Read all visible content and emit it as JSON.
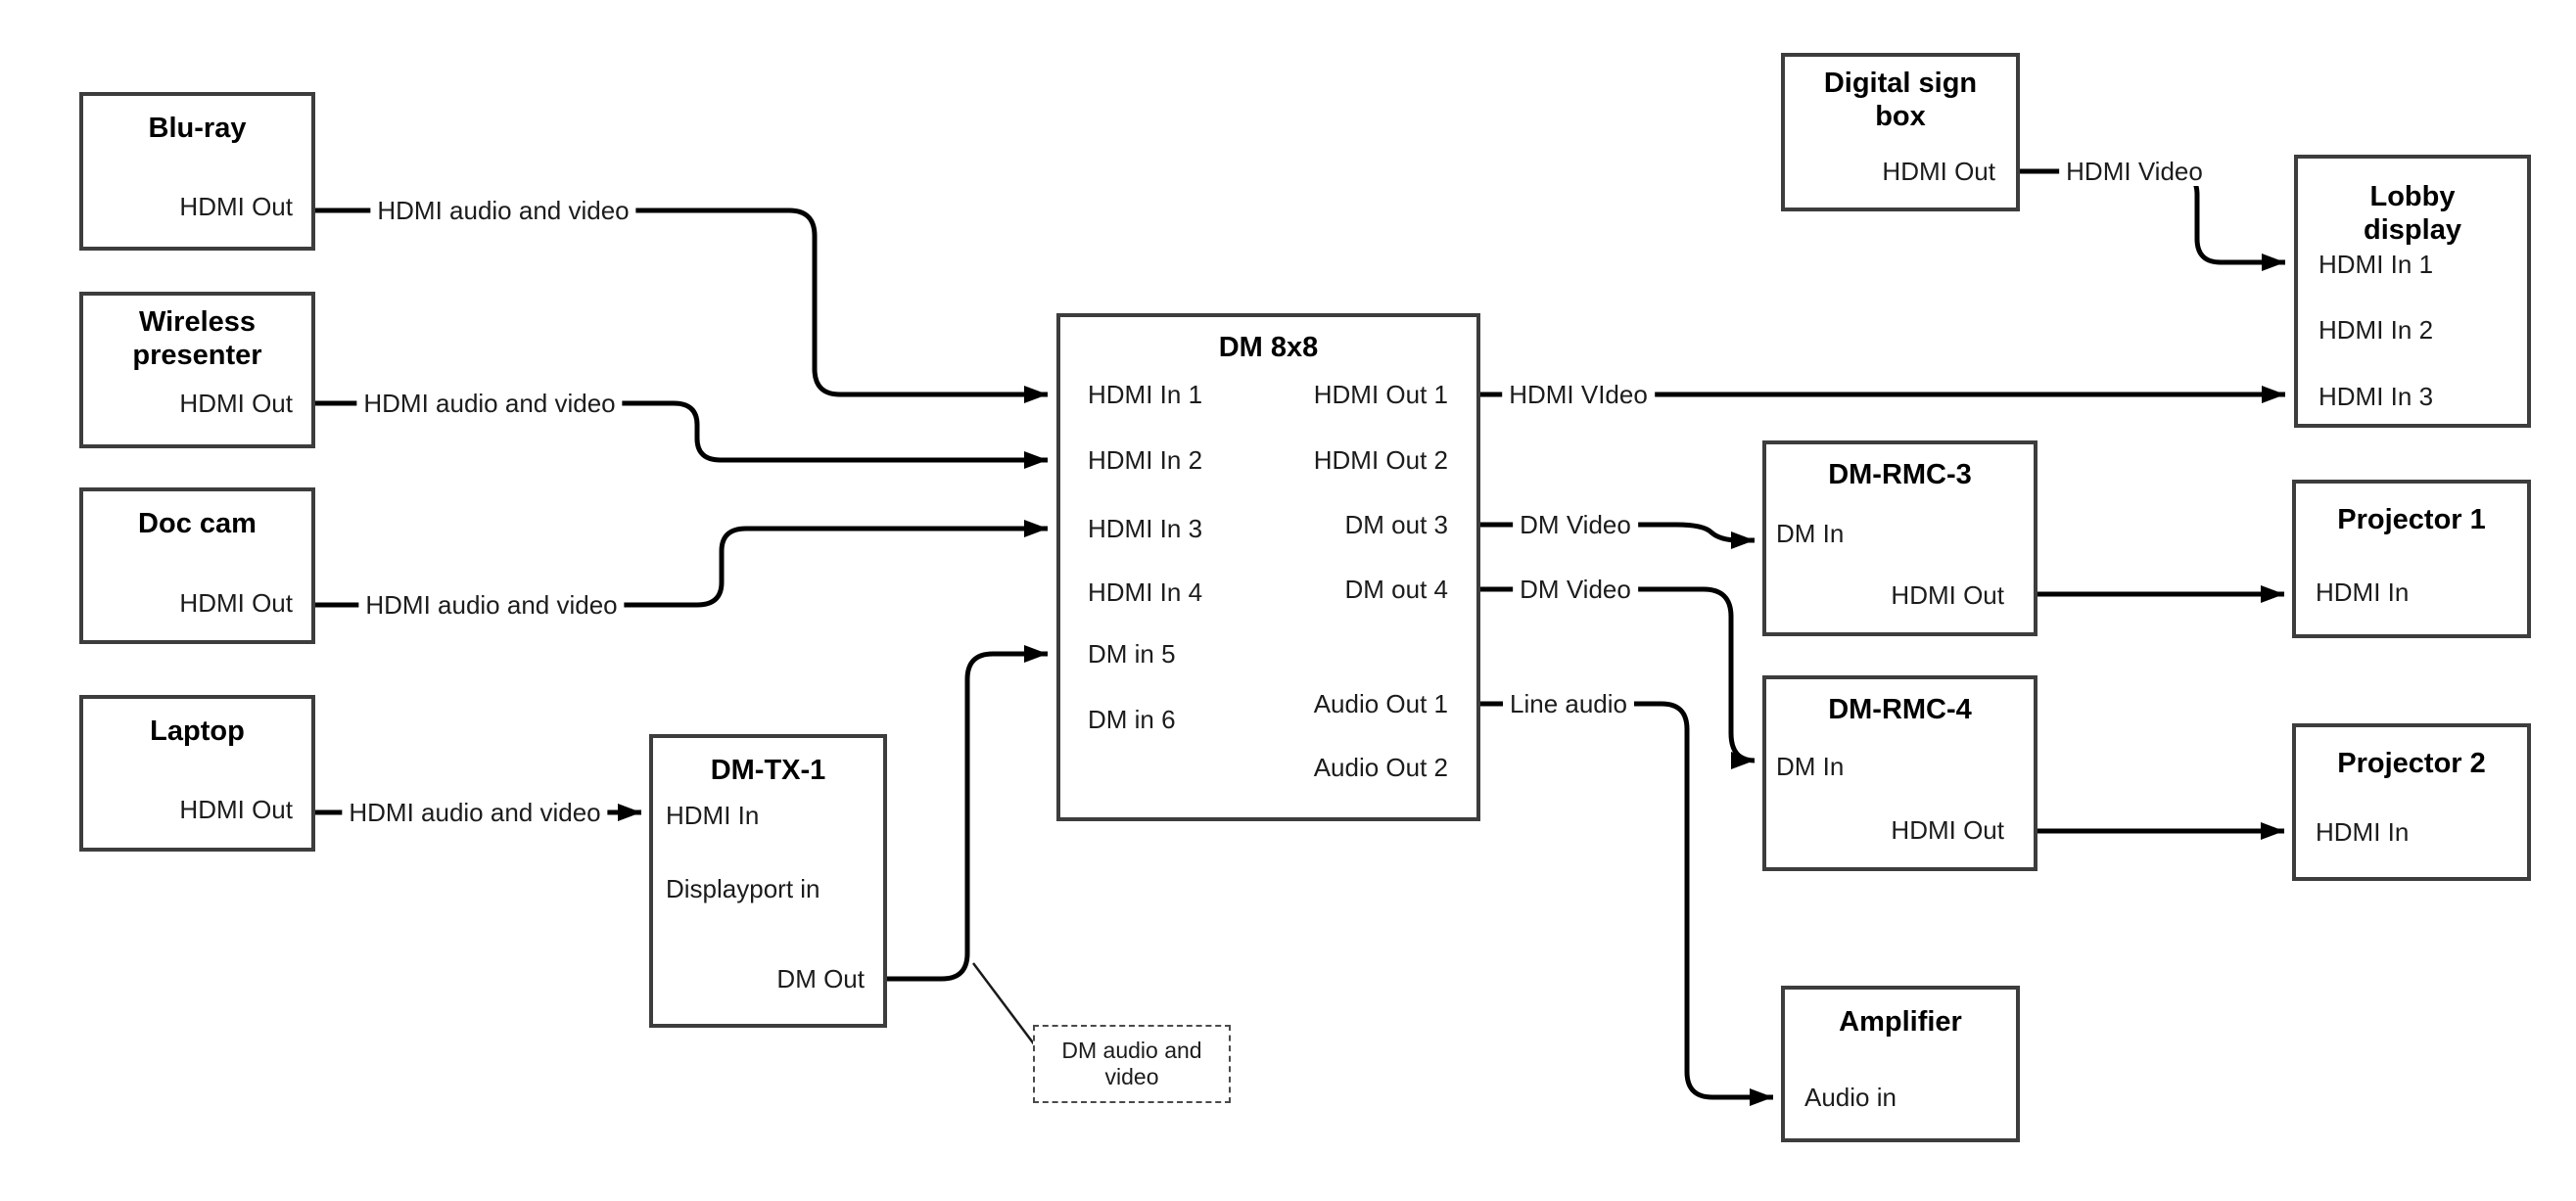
{
  "diagram": {
    "colors": {
      "wire": "#000000",
      "box_border": "#3d3d3d",
      "text": "#1c1c1c"
    },
    "nodes": {
      "bluray": {
        "title": "Blu-ray",
        "ports": {
          "hdmi_out": "HDMI Out"
        }
      },
      "wireless": {
        "title": "Wireless presenter",
        "ports": {
          "hdmi_out": "HDMI Out"
        }
      },
      "doc_cam": {
        "title": "Doc cam",
        "ports": {
          "hdmi_out": "HDMI Out"
        }
      },
      "laptop": {
        "title": "Laptop",
        "ports": {
          "hdmi_out": "HDMI Out"
        }
      },
      "dm_tx1": {
        "title": "DM-TX-1",
        "ports": {
          "hdmi_in": "HDMI In",
          "displayport_in": "Displayport in",
          "dm_out": "DM Out"
        }
      },
      "dm_8x8": {
        "title": "DM 8x8",
        "ports": {
          "hdmi_in_1": "HDMI In 1",
          "hdmi_in_2": "HDMI In 2",
          "hdmi_in_3": "HDMI In 3",
          "hdmi_in_4": "HDMI In 4",
          "dm_in_5": "DM in 5",
          "dm_in_6": "DM in 6",
          "hdmi_out_1": "HDMI Out 1",
          "hdmi_out_2": "HDMI Out 2",
          "dm_out_3": "DM out 3",
          "dm_out_4": "DM out 4",
          "audio_out_1": "Audio Out 1",
          "audio_out_2": "Audio Out 2"
        }
      },
      "digital_sign": {
        "title": "Digital sign box",
        "ports": {
          "hdmi_out": "HDMI Out"
        }
      },
      "lobby_display": {
        "title": "Lobby display",
        "ports": {
          "hdmi_in_1": "HDMI In 1",
          "hdmi_in_2": "HDMI In 2",
          "hdmi_in_3": "HDMI In 3"
        }
      },
      "dm_rmc3": {
        "title": "DM-RMC-3",
        "ports": {
          "dm_in": "DM In",
          "hdmi_out": "HDMI Out"
        }
      },
      "projector1": {
        "title": "Projector 1",
        "ports": {
          "hdmi_in": "HDMI In"
        }
      },
      "dm_rmc4": {
        "title": "DM-RMC-4",
        "ports": {
          "dm_in": "DM In",
          "hdmi_out": "HDMI Out"
        }
      },
      "projector2": {
        "title": "Projector 2",
        "ports": {
          "hdmi_in": "HDMI In"
        }
      },
      "amplifier": {
        "title": "Amplifier",
        "ports": {
          "audio_in": "Audio in"
        }
      }
    },
    "wire_labels": {
      "bluray_to_in1": "HDMI audio and video",
      "wireless_to_in2": "HDMI audio and video",
      "doccam_to_in3": "HDMI audio and video",
      "laptop_to_tx1": "HDMI audio and video",
      "out1_to_lobby": "HDMI VIdeo",
      "sign_to_lobby": "HDMI Video",
      "out3_to_rmc3": "DM Video",
      "out4_to_rmc4": "DM Video",
      "audio1_to_amp": "Line audio"
    },
    "callout": {
      "text": "DM audio and video"
    }
  }
}
